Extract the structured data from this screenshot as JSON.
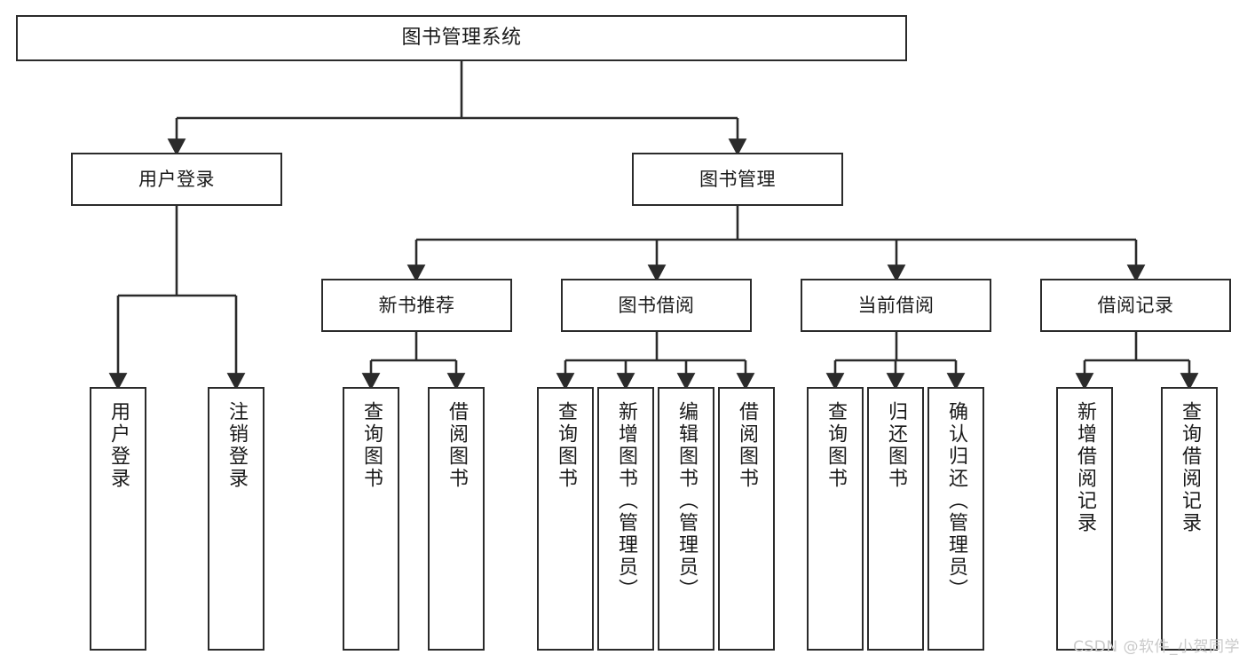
{
  "diagram": {
    "type": "tree",
    "title": "图书管理系统",
    "watermark": "CSDN @软件_小贺同学",
    "colors": {
      "node_border": "#2b2b2b",
      "node_fill": "#ffffff",
      "edge": "#2b2b2b",
      "text": "#1a1a1a",
      "watermark": "#c9c9c9",
      "background": "#ffffff"
    },
    "nodes": {
      "root": {
        "label": "图书管理系统"
      },
      "level2": [
        {
          "label": "用户登录"
        },
        {
          "label": "图书管理"
        }
      ],
      "level3": [
        {
          "label": "新书推荐"
        },
        {
          "label": "图书借阅"
        },
        {
          "label": "当前借阅"
        },
        {
          "label": "借阅记录"
        }
      ],
      "leaves": {
        "user_login": [
          {
            "label": "用户登录"
          },
          {
            "label": "注销登录"
          }
        ],
        "new_book_recommend": [
          {
            "label": "查询图书"
          },
          {
            "label": "借阅图书"
          }
        ],
        "book_borrow": [
          {
            "label": "查询图书"
          },
          {
            "label": "新增图书（管理员）"
          },
          {
            "label": "编辑图书（管理员）"
          },
          {
            "label": "借阅图书"
          }
        ],
        "current_borrow": [
          {
            "label": "查询图书"
          },
          {
            "label": "归还图书"
          },
          {
            "label": "确认归还（管理员）"
          }
        ],
        "borrow_record": [
          {
            "label": "新增借阅记录"
          },
          {
            "label": "查询借阅记录"
          }
        ]
      }
    }
  }
}
